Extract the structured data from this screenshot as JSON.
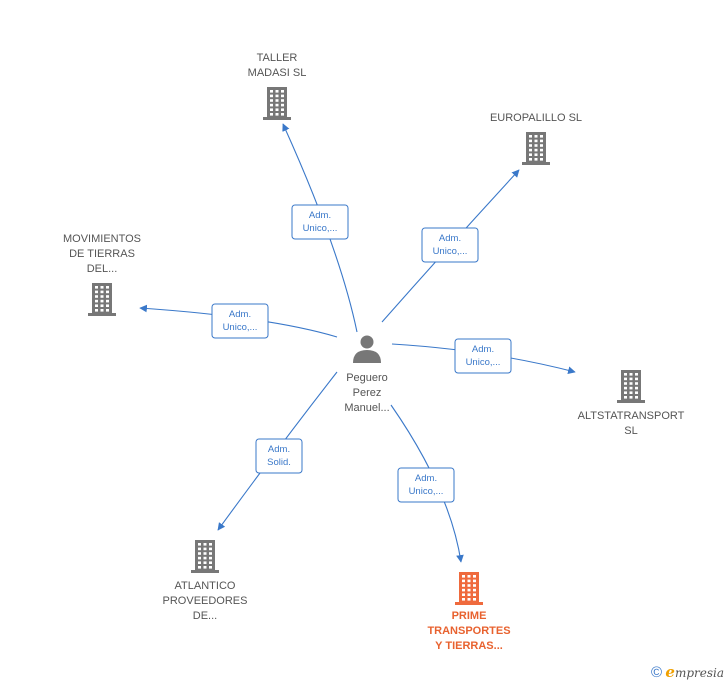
{
  "center": {
    "name_lines": [
      "Peguero",
      "Perez",
      "Manuel..."
    ]
  },
  "companies": [
    {
      "id": "taller",
      "lines": [
        "TALLER",
        "MADASI  SL"
      ],
      "highlight": false
    },
    {
      "id": "europalillo",
      "lines": [
        "EUROPALILLO SL"
      ],
      "highlight": false
    },
    {
      "id": "movimientos",
      "lines": [
        "MOVIMIENTOS",
        "DE TIERRAS",
        "DEL..."
      ],
      "highlight": false
    },
    {
      "id": "altstatransport",
      "lines": [
        "ALTSTATRANSPORT",
        "SL"
      ],
      "highlight": false
    },
    {
      "id": "atlantico",
      "lines": [
        "ATLANTICO",
        "PROVEEDORES",
        "DE..."
      ],
      "highlight": false
    },
    {
      "id": "prime",
      "lines": [
        "PRIME",
        "TRANSPORTES",
        "Y TIERRAS..."
      ],
      "highlight": true
    }
  ],
  "edges": [
    {
      "to": "taller",
      "lines": [
        "Adm.",
        "Unico,..."
      ]
    },
    {
      "to": "europalillo",
      "lines": [
        "Adm.",
        "Unico,..."
      ]
    },
    {
      "to": "movimientos",
      "lines": [
        "Adm.",
        "Unico,..."
      ]
    },
    {
      "to": "altstatransport",
      "lines": [
        "Adm.",
        "Unico,..."
      ]
    },
    {
      "to": "atlantico",
      "lines": [
        "Adm.",
        "Solid."
      ]
    },
    {
      "to": "prime",
      "lines": [
        "Adm.",
        "Unico,..."
      ]
    }
  ],
  "footer": {
    "copyright": "©",
    "brand_initial": "e",
    "brand_rest": "mpresia"
  },
  "colors": {
    "edge": "#3a78c9",
    "node": "#777777",
    "highlight": "#ef6a3d"
  }
}
